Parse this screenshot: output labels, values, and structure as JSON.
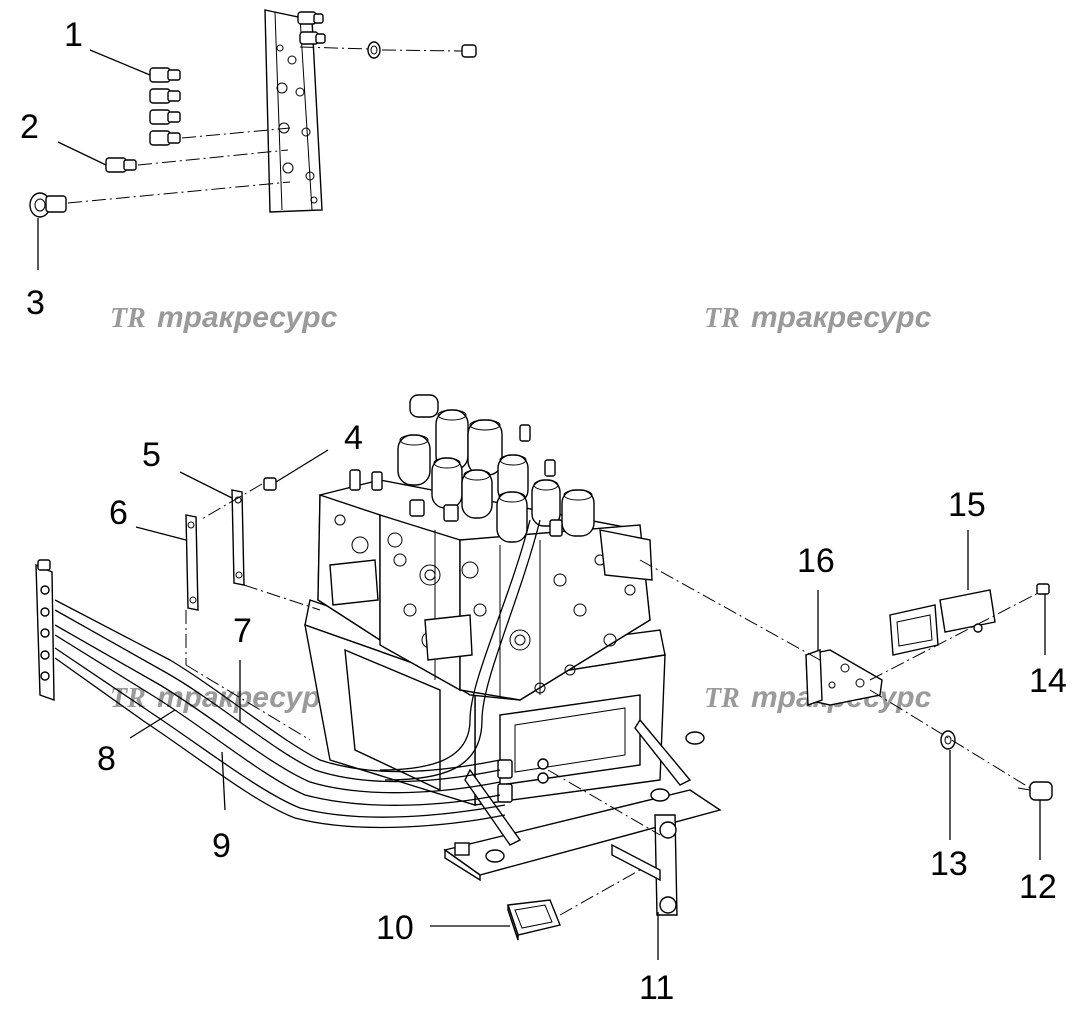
{
  "callouts": [
    "1",
    "2",
    "3",
    "4",
    "5",
    "6",
    "7",
    "8",
    "9",
    "10",
    "11",
    "12",
    "13",
    "14",
    "15",
    "16"
  ],
  "watermark": {
    "logo": "TR",
    "text": "тракресурс"
  }
}
